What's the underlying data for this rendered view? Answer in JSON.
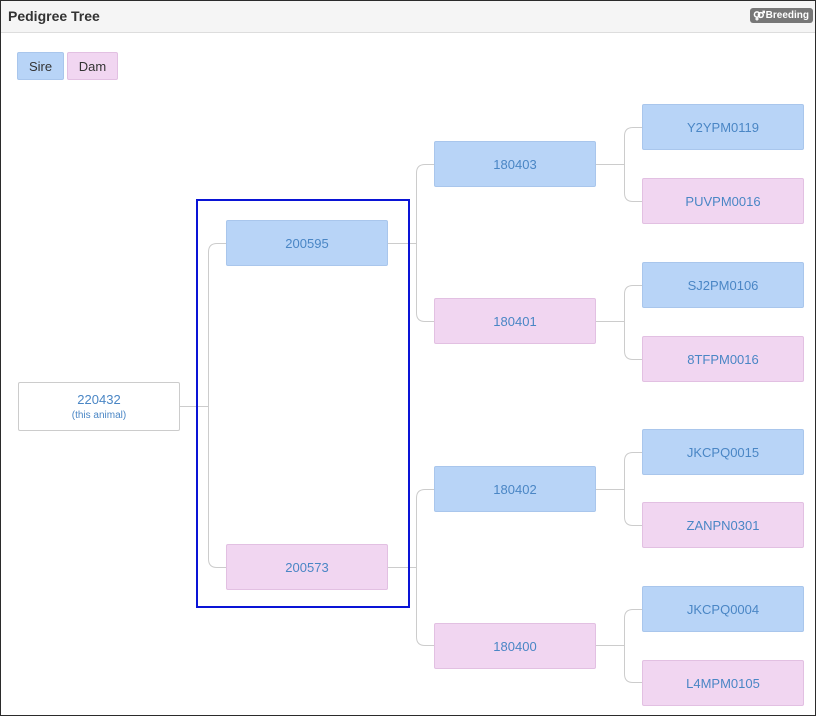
{
  "panel": {
    "title": "Pedigree Tree",
    "badge": {
      "label": "Breeding",
      "icon": "breeding-gender-icon",
      "color": "#777777"
    }
  },
  "legend": {
    "sire_label": "Sire",
    "dam_label": "Dam"
  },
  "colors": {
    "sire": "#b8d4f7",
    "dam": "#f1d6f1",
    "link_text": "#4a86c5",
    "connector": "#cccccc",
    "highlight": "#0a14d6"
  },
  "tree": {
    "animal": {
      "id": "220432",
      "note": "(this animal)"
    },
    "parents": {
      "sire": "200595",
      "dam": "200573"
    },
    "grandparents": {
      "sire_sire": "180403",
      "sire_dam": "180401",
      "dam_sire": "180402",
      "dam_dam": "180400"
    },
    "great_grandparents": {
      "sss": "Y2YPM0119",
      "ssd": "PUVPM0016",
      "sds": "SJ2PM0106",
      "sdd": "8TFPM0016",
      "dss": "JKCPQ0015",
      "dsd": "ZANPN0301",
      "dds": "JKCPQ0004",
      "ddd": "L4MPM0105"
    }
  }
}
